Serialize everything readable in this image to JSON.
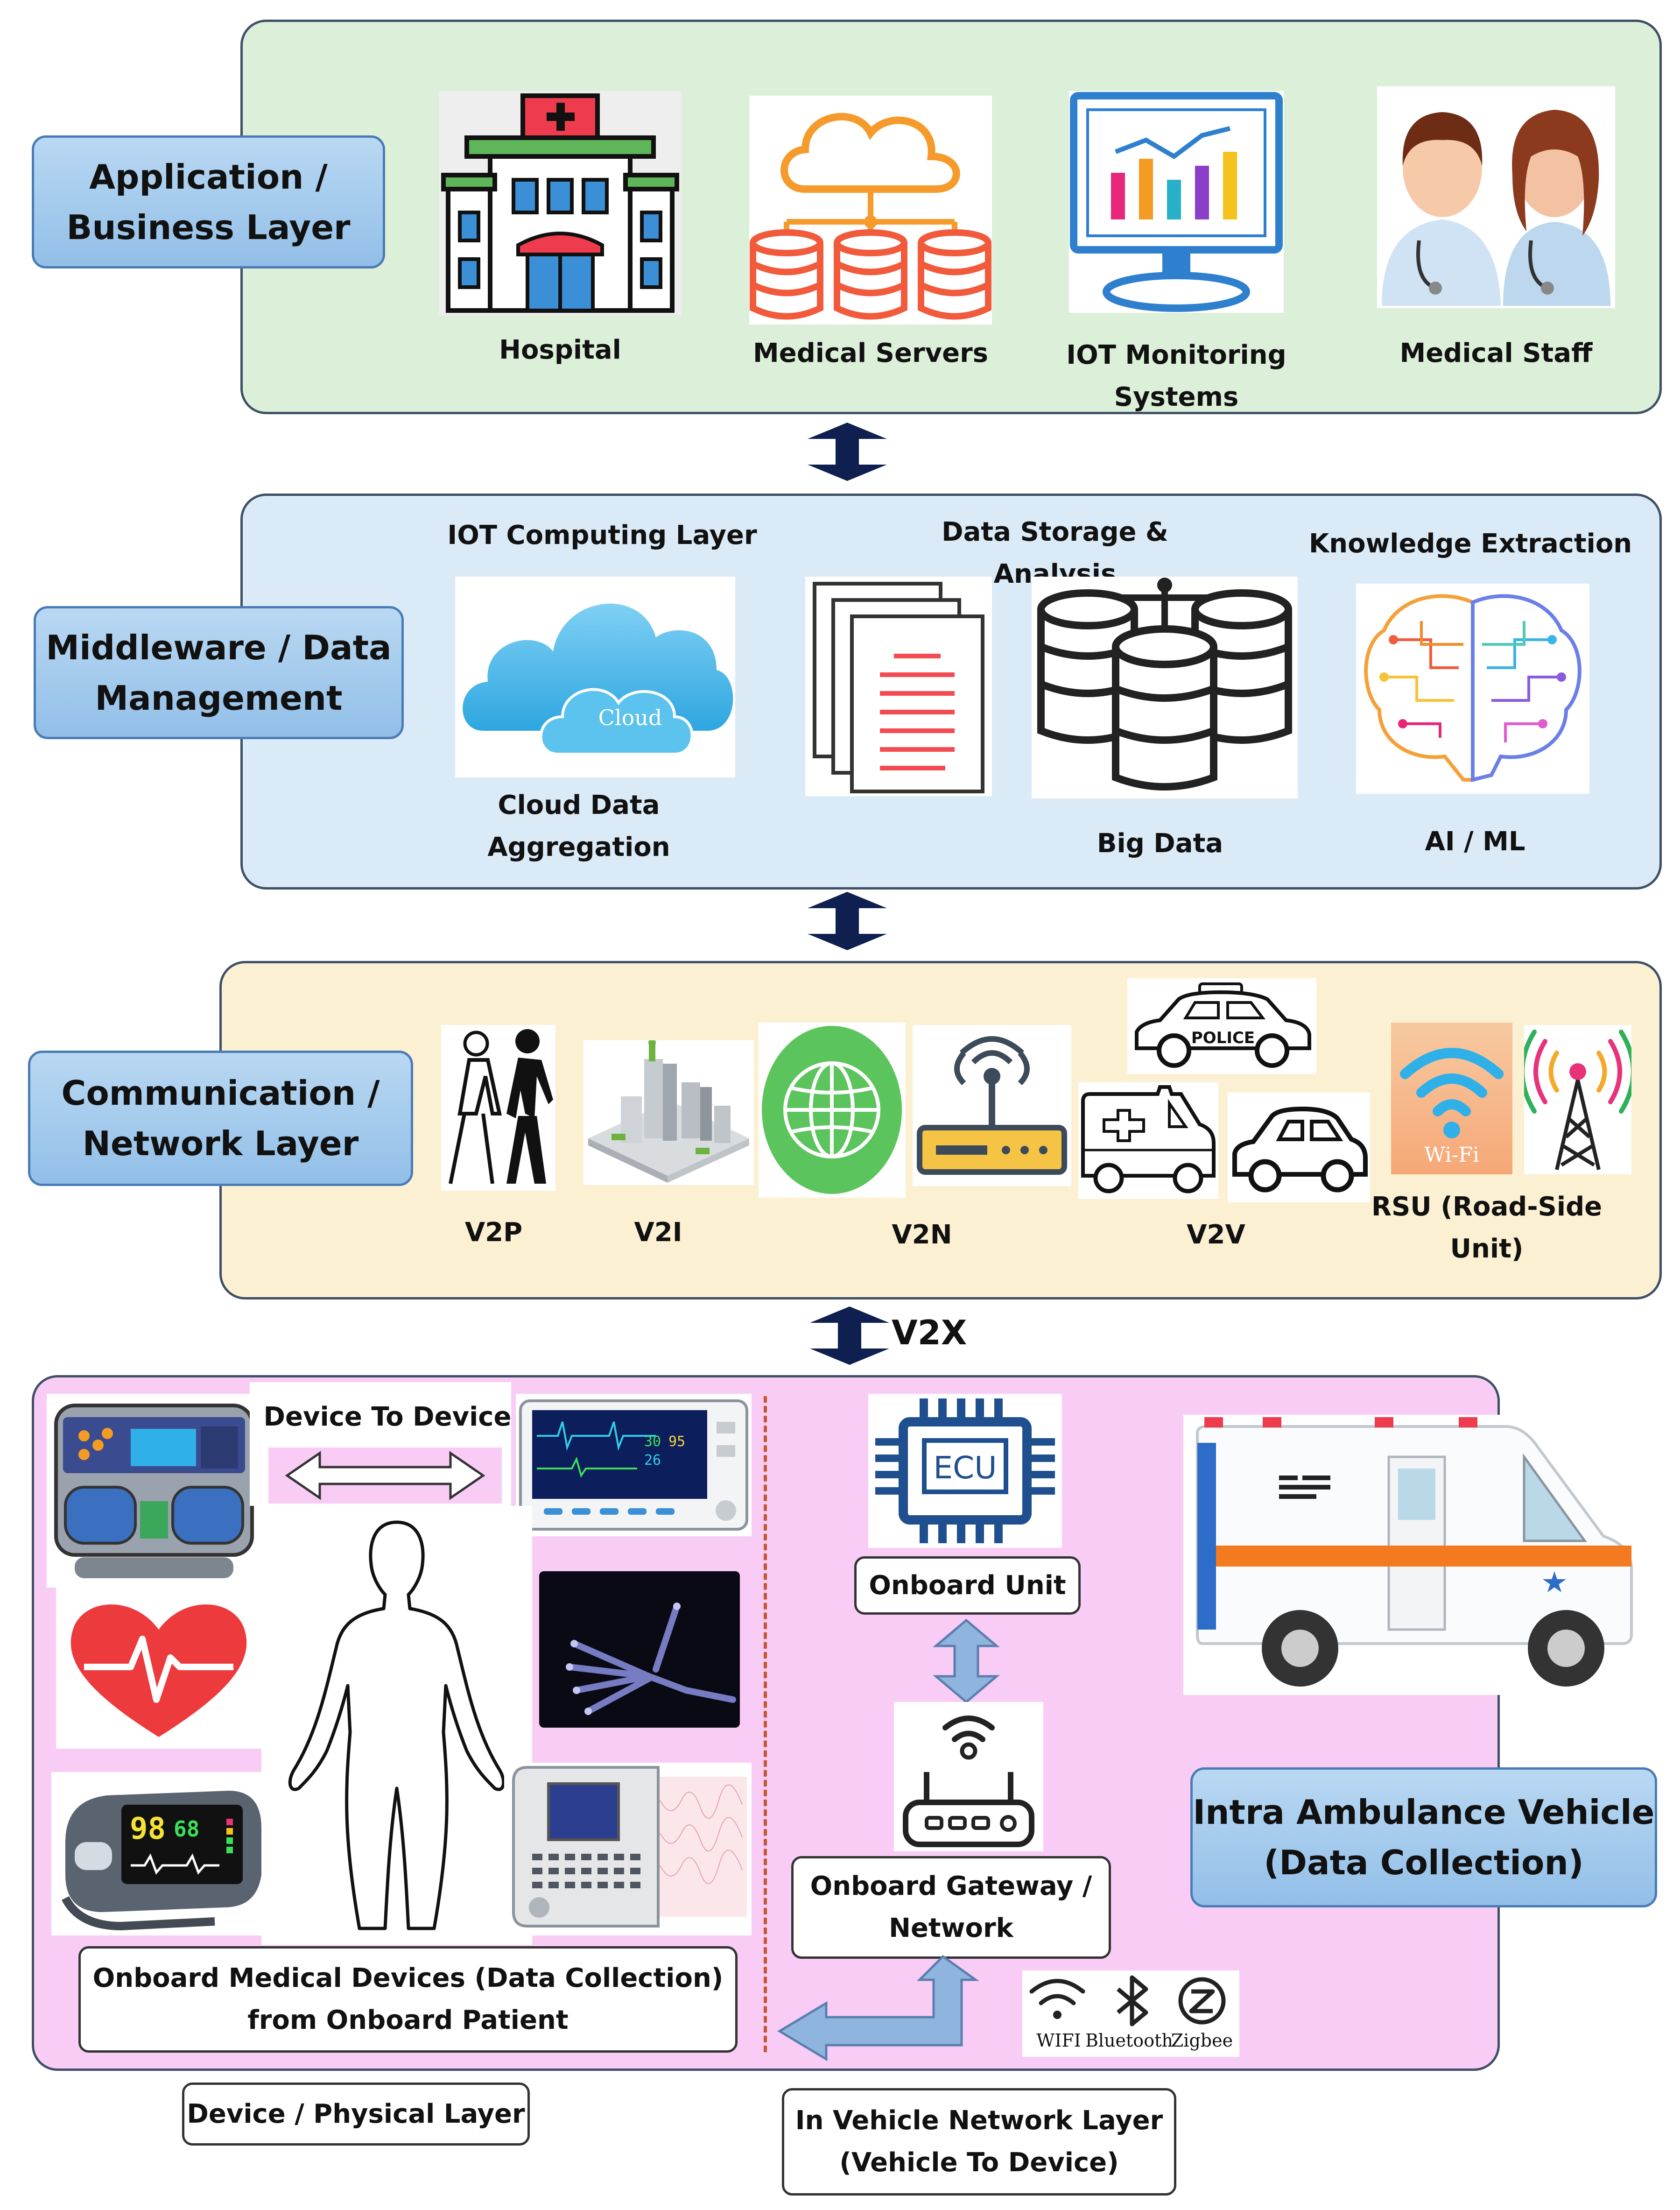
{
  "layers": {
    "application": {
      "label": "Application /\nBusiness Layer",
      "items": [
        "Hospital",
        "Medical Servers",
        "IOT Monitoring Systems",
        "Medical Staff"
      ]
    },
    "middleware": {
      "label": "Middleware / Data\nManagement",
      "headings": [
        "IOT Computing Layer",
        "Data Storage & Analysis",
        "Knowledge Extraction"
      ],
      "cloud_text": "Cloud",
      "items": [
        "Cloud Data\nAggregation",
        "Big Data",
        "AI / ML"
      ]
    },
    "communication": {
      "label": "Communication /\nNetwork Layer",
      "items": [
        "V2P",
        "V2I",
        "V2N",
        "V2V",
        "RSU (Road-Side\nUnit)"
      ],
      "police_text": "POLICE",
      "wifi_text": "Wi-Fi"
    },
    "device": {
      "v2x": "V2X",
      "device_to_device": "Device To Device",
      "ecu_text": "ECU",
      "onboard_unit": "Onboard Unit",
      "onboard_gateway": "Onboard Gateway /\nNetwork",
      "medical_devices": "Onboard Medical Devices (Data Collection)\nfrom Onboard Patient",
      "intra_ambulance": "Intra Ambulance Vehicle\n(Data Collection)",
      "protocols": [
        "WIFI",
        "Bluetooth",
        "Zigbee"
      ],
      "monitor_values": [
        "30",
        "95",
        "26"
      ],
      "oximeter_values": [
        "98",
        "68"
      ],
      "device_layer": "Device / Physical Layer",
      "in_vehicle_layer": "In Vehicle Network Layer\n(Vehicle To Device)"
    }
  },
  "colors": {
    "application_bg": "#dcefd9",
    "middleware_bg": "#dbeaf7",
    "communication_bg": "#fcf0d2",
    "device_bg": "#f9ccf5",
    "arrow": "#0f1f4f",
    "light_arrow": "#8fb5df"
  }
}
